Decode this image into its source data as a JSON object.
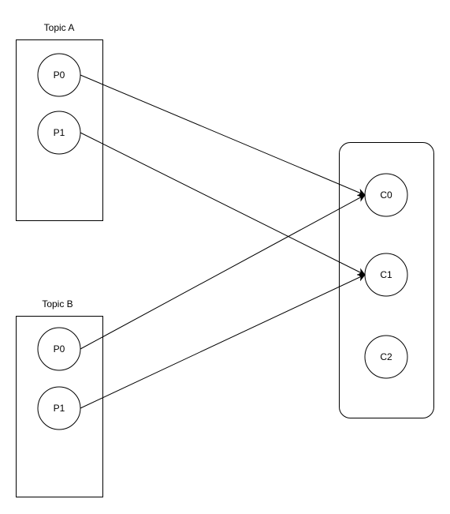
{
  "diagram": {
    "topics": [
      {
        "title": "Topic A",
        "partitions": [
          "P0",
          "P1"
        ]
      },
      {
        "title": "Topic B",
        "partitions": [
          "P0",
          "P1"
        ]
      }
    ],
    "consumers": [
      "C0",
      "C1",
      "C2"
    ],
    "assignments": [
      {
        "from": "Topic A / P0",
        "to": "C0"
      },
      {
        "from": "Topic A / P1",
        "to": "C1"
      },
      {
        "from": "Topic B / P0",
        "to": "C0"
      },
      {
        "from": "Topic B / P1",
        "to": "C1"
      }
    ]
  }
}
